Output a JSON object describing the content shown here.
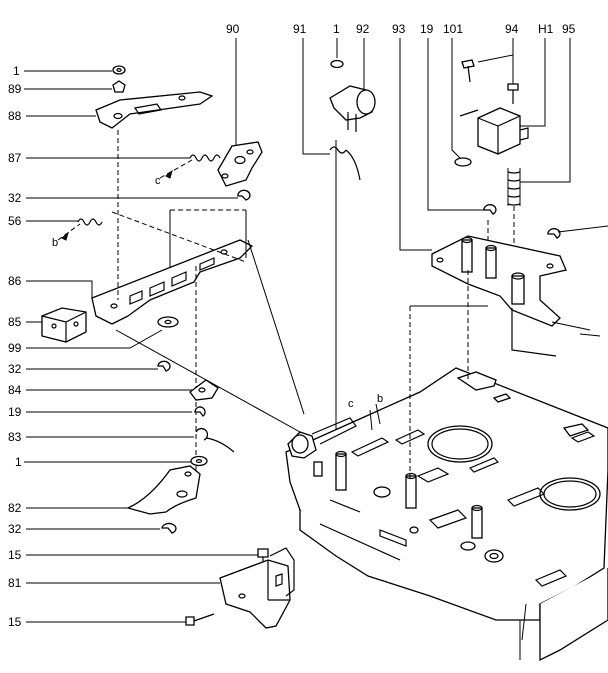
{
  "callouts": [
    {
      "id": "c-1a",
      "text": "1"
    },
    {
      "id": "c-89",
      "text": "89"
    },
    {
      "id": "c-88",
      "text": "88"
    },
    {
      "id": "c-87",
      "text": "87"
    },
    {
      "id": "c-32a",
      "text": "32"
    },
    {
      "id": "c-56",
      "text": "56"
    },
    {
      "id": "c-86",
      "text": "86"
    },
    {
      "id": "c-85",
      "text": "85"
    },
    {
      "id": "c-99",
      "text": "99"
    },
    {
      "id": "c-32b",
      "text": "32"
    },
    {
      "id": "c-84",
      "text": "84"
    },
    {
      "id": "c-19a",
      "text": "19"
    },
    {
      "id": "c-83",
      "text": "83"
    },
    {
      "id": "c-1b",
      "text": "1"
    },
    {
      "id": "c-82",
      "text": "82"
    },
    {
      "id": "c-32c",
      "text": "32"
    },
    {
      "id": "c-15a",
      "text": "15"
    },
    {
      "id": "c-81",
      "text": "81"
    },
    {
      "id": "c-15b",
      "text": "15"
    },
    {
      "id": "c-90",
      "text": "90"
    },
    {
      "id": "c-91",
      "text": "91"
    },
    {
      "id": "c-1c",
      "text": "1"
    },
    {
      "id": "c-92",
      "text": "92"
    },
    {
      "id": "c-93",
      "text": "93"
    },
    {
      "id": "c-19b",
      "text": "19"
    },
    {
      "id": "c-101",
      "text": "101"
    },
    {
      "id": "c-94",
      "text": "94"
    },
    {
      "id": "c-h1",
      "text": "H1"
    },
    {
      "id": "c-95",
      "text": "95"
    }
  ],
  "connector_letters": {
    "c_left": "c",
    "b_left": "b",
    "c_chassis": "c",
    "b_chassis": "b"
  }
}
